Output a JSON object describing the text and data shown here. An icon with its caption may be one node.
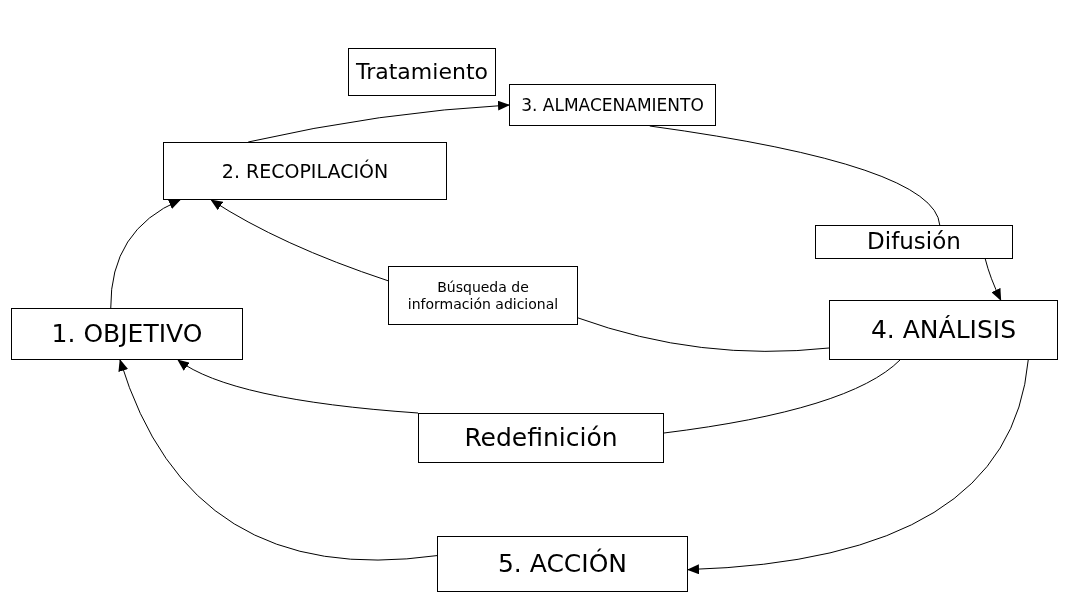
{
  "diagram": {
    "nodes": [
      {
        "text": [
          "Tratamiento"
        ]
      },
      {
        "text": [
          "2. RECOPILACIÓN"
        ]
      },
      {
        "text": [
          "3. ALMACENAMIENTO"
        ]
      },
      {
        "text": [
          "1. OBJETIVO"
        ]
      },
      {
        "text": [
          "Difusión"
        ]
      },
      {
        "text": [
          "Búsqueda de información adicional"
        ]
      },
      {
        "text": [
          "4. ANÁLISIS"
        ]
      },
      {
        "text": [
          "Redefinición"
        ]
      },
      {
        "text": [
          "5. ACCIÓN"
        ]
      }
    ],
    "edges": [
      {
        "from": 3,
        "to": 1,
        "arrow": "to"
      },
      {
        "from": 1,
        "to": 2,
        "arrow": "to"
      },
      {
        "from": 2,
        "to": 4,
        "arrow": "none"
      },
      {
        "from": 4,
        "to": 6,
        "arrow": "to"
      },
      {
        "from": 6,
        "to": 5,
        "arrow": "none"
      },
      {
        "from": 5,
        "to": 1,
        "arrow": "to"
      },
      {
        "from": 6,
        "to": 7,
        "arrow": "none"
      },
      {
        "from": 7,
        "to": 3,
        "arrow": "to"
      },
      {
        "from": 6,
        "to": 8,
        "arrow": "to"
      },
      {
        "from": 8,
        "to": 3,
        "arrow": "to"
      }
    ]
  }
}
